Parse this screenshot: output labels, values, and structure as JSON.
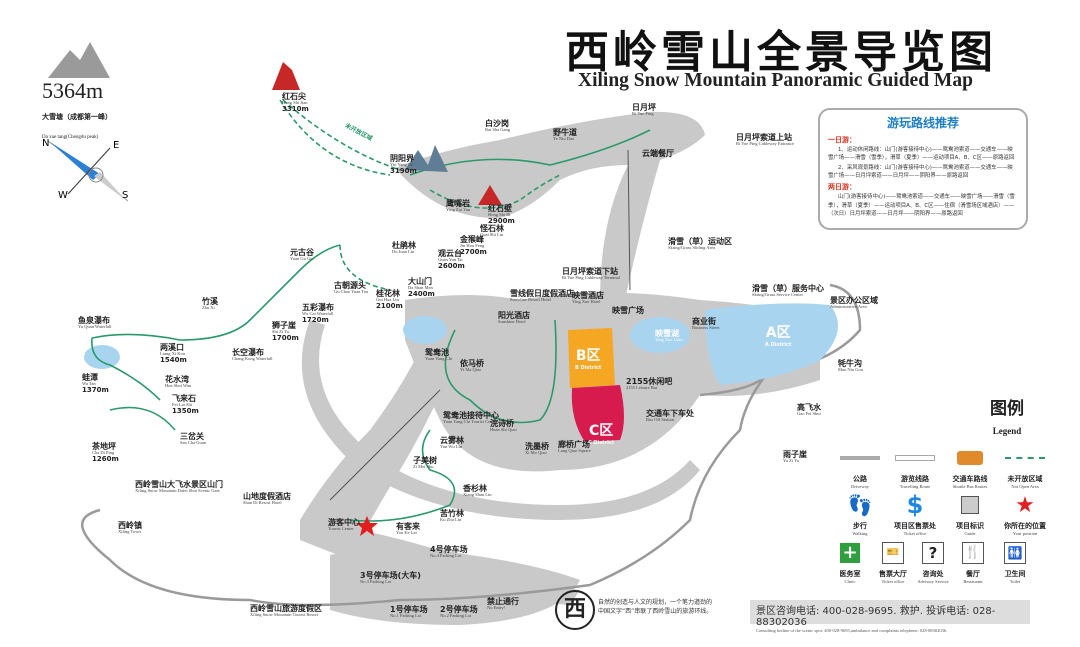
{
  "title": {
    "cn": "西岭雪山全景导览图",
    "en": "Xiling Snow Mountain Panoramic Guided Map"
  },
  "peak": {
    "height": "5364m",
    "cn": "大雪塘（成都第一峰）",
    "en": "Da xue tang(Chengdu peak)"
  },
  "compass": {
    "n": "N",
    "e": "E",
    "s": "S",
    "w": "W"
  },
  "colors": {
    "road": "#c9c9c9",
    "trail": "#2a9a6a",
    "lake": "#a8d4ef",
    "district_a": "#a8d4ef",
    "district_b": "#f5a623",
    "district_c": "#d81b4e",
    "position_star": "#e02020"
  },
  "not_open_label": "未开放区域",
  "routes": {
    "title": "游玩路线推荐",
    "one_day": "一日游：",
    "one_day_1": "1、运动休闲路线：山门(游客接待中心)——鸳鸯池索道——交通车——映雪广场——滑雪（雪季），滑草（夏季）——运动项目A、B、C区——原路返回",
    "one_day_2": "2、采风观景路线：山门(游客接待中心)——鸳鸯池索道——交通车——映雪广场——日月坪索道——日月坪——阴阳界——原路返回",
    "two_day": "两日游：",
    "two_day_1": "山门(游客接待中心)——鸳鸯池索道——交通车——映雪广场——滑雪（雪季），滑草（夏季）——运动项目A、B、C区——住宿（滑雪场区域酒店）——（次日）日月坪索道——日月坪——阴阳界——原路返回"
  },
  "districts": {
    "a": {
      "cn": "A区",
      "en": "A District"
    },
    "b": {
      "cn": "B区",
      "en": "B District"
    },
    "c": {
      "cn": "C区",
      "en": "C District"
    }
  },
  "labels": [
    {
      "cn": "红石尖",
      "en": "Hong Shi Jian",
      "alt": "3310m"
    },
    {
      "cn": "阴阳界",
      "en": "Yin Yang Jie",
      "alt": "3190m"
    },
    {
      "cn": "白沙岗",
      "en": "Bai Sha Gang",
      "alt": ""
    },
    {
      "cn": "野牛道",
      "en": "Ye Niu Dao",
      "alt": ""
    },
    {
      "cn": "日月坪",
      "en": "Ri Yue Ping",
      "alt": ""
    },
    {
      "cn": "日月坪索道上站",
      "en": "Ri Yue Ping Cableway Entrance",
      "alt": ""
    },
    {
      "cn": "云端餐厅",
      "en": "",
      "alt": ""
    },
    {
      "cn": "鹰嘴岩",
      "en": "Ying Zui Yan",
      "alt": ""
    },
    {
      "cn": "红石壁",
      "en": "Hong Shi Bi",
      "alt": "2900m"
    },
    {
      "cn": "怪石林",
      "en": "Guai Shi Lin",
      "alt": ""
    },
    {
      "cn": "金猴峰",
      "en": "Jin Hou Feng",
      "alt": "2700m"
    },
    {
      "cn": "杜鹃林",
      "en": "Du Juan Lin",
      "alt": ""
    },
    {
      "cn": "观云台",
      "en": "Guan Yun Tai",
      "alt": "2600m"
    },
    {
      "cn": "元古谷",
      "en": "Yuan Gu Gu",
      "alt": ""
    },
    {
      "cn": "古朝源头",
      "en": "Gu Chao Yuan Tou",
      "alt": ""
    },
    {
      "cn": "大山门",
      "en": "Da Shan Men",
      "alt": "2400m"
    },
    {
      "cn": "桂花林",
      "en": "Gui Hua Lin",
      "alt": "2100m"
    },
    {
      "cn": "五彩瀑布",
      "en": "Wu Cai Waterfall",
      "alt": "1720m"
    },
    {
      "cn": "狮子崖",
      "en": "Shi Zi Ya",
      "alt": "1700m"
    },
    {
      "cn": "竹溪",
      "en": "Zhu Xi",
      "alt": ""
    },
    {
      "cn": "长空瀑布",
      "en": "Chang Kong Waterfall",
      "alt": ""
    },
    {
      "cn": "鱼泉瀑布",
      "en": "Yu Quan Waterfall",
      "alt": ""
    },
    {
      "cn": "两溪口",
      "en": "Liang Xi Kou",
      "alt": "1540m"
    },
    {
      "cn": "花水湾",
      "en": "Hua Shui Wan",
      "alt": ""
    },
    {
      "cn": "蛙潭",
      "en": "Wa Tan",
      "alt": "1370m"
    },
    {
      "cn": "飞来石",
      "en": "Fei Lai Shi",
      "alt": "1350m"
    },
    {
      "cn": "茶地坪",
      "en": "Cha Di Ping",
      "alt": "1260m"
    },
    {
      "cn": "三岔关",
      "en": "San Cha Guan",
      "alt": ""
    },
    {
      "cn": "西岭雪山大飞水景区山门",
      "en": "Xiling Snow Mountain Dafei Shui Scenic Gate",
      "alt": ""
    },
    {
      "cn": "西岭镇",
      "en": "Xiling Town",
      "alt": ""
    },
    {
      "cn": "西岭雪山旅游度假区",
      "en": "Xiling Snow Mountain Tourist Resort",
      "alt": ""
    },
    {
      "cn": "山地度假酒店",
      "en": "Shan Di Resort Hotel",
      "alt": ""
    },
    {
      "cn": "游客中心",
      "en": "Tourist Center",
      "alt": ""
    },
    {
      "cn": "鸳鸯池接待中心",
      "en": "Yuan Yang Chi Tourist Center",
      "alt": ""
    },
    {
      "cn": "云雾林",
      "en": "Yun Wu Lin",
      "alt": ""
    },
    {
      "cn": "子美树",
      "en": "Zi Mei Shu",
      "alt": ""
    },
    {
      "cn": "香杉林",
      "en": "Xiang Shan Lin",
      "alt": ""
    },
    {
      "cn": "苦竹林",
      "en": "Ku Zhu Lin",
      "alt": ""
    },
    {
      "cn": "有客来",
      "en": "You Ke Lai",
      "alt": ""
    },
    {
      "cn": "4号停车场",
      "en": "No.4 Parking Lot",
      "alt": ""
    },
    {
      "cn": "3号停车场(大车)",
      "en": "No.3 Parking Lot",
      "alt": ""
    },
    {
      "cn": "1号停车场",
      "en": "No.1 Parking Lot",
      "alt": ""
    },
    {
      "cn": "2号停车场",
      "en": "No.2 Parking Lot",
      "alt": ""
    },
    {
      "cn": "禁止通行",
      "en": "No Entry!",
      "alt": ""
    },
    {
      "cn": "鸳鸯池",
      "en": "Yuan Yang Chi",
      "alt": ""
    },
    {
      "cn": "依马桥",
      "en": "Yi Ma Qiao",
      "alt": ""
    },
    {
      "cn": "浣诗桥",
      "en": "Huan Shi Qiao",
      "alt": ""
    },
    {
      "cn": "洗墨桥",
      "en": "Xi Mo Qiao",
      "alt": ""
    },
    {
      "cn": "廊桥广场",
      "en": "Lang Qiao Square",
      "alt": ""
    },
    {
      "cn": "交通车下车处",
      "en": "Bus Off Station",
      "alt": ""
    },
    {
      "cn": "2155休闲吧",
      "en": "2155 Leisure Bar",
      "alt": ""
    },
    {
      "cn": "映雪湖",
      "en": "Ying Xue Lake",
      "alt": ""
    },
    {
      "cn": "商业街",
      "en": "Business Street",
      "alt": ""
    },
    {
      "cn": "映雪广场",
      "en": "",
      "alt": ""
    },
    {
      "cn": "映雪酒店",
      "en": "Ying Xue Hotel",
      "alt": ""
    },
    {
      "cn": "雪线假日度假酒店",
      "en": "Snowline Resort Hotel",
      "alt": ""
    },
    {
      "cn": "阳光酒店",
      "en": "Sunshine Hotel",
      "alt": ""
    },
    {
      "cn": "日月坪索道下站",
      "en": "Ri Yue Ping Cableway Terminal",
      "alt": ""
    },
    {
      "cn": "滑雪（草）运动区",
      "en": "Skiing/Grass Sliding Area",
      "alt": ""
    },
    {
      "cn": "滑雪（草）服务中心",
      "en": "Skiing/Grass Service Center",
      "alt": ""
    },
    {
      "cn": "景区办公区域",
      "en": "Administrative Area",
      "alt": ""
    },
    {
      "cn": "牦牛沟",
      "en": "Mao Niu Gou",
      "alt": ""
    },
    {
      "cn": "高飞水",
      "en": "Gao Fei Shui",
      "alt": ""
    },
    {
      "cn": "雨子崖",
      "en": "Yu Zi Ya",
      "alt": ""
    }
  ],
  "legend": {
    "title_cn": "图例",
    "title_en": "Legend",
    "items": [
      {
        "cn": "公路",
        "en": "Driveway",
        "icon": "road-line"
      },
      {
        "cn": "游览线路",
        "en": "Travelling Route",
        "icon": "route-line"
      },
      {
        "cn": "交通车路线",
        "en": "Shuttle Bus Routes",
        "icon": "bus"
      },
      {
        "cn": "未开放区域",
        "en": "Not Open Area",
        "icon": "dashed-line"
      },
      {
        "cn": "步行",
        "en": "Walking",
        "icon": "footprint"
      },
      {
        "cn": "项目区售票处",
        "en": "Ticket office",
        "icon": "dollar"
      },
      {
        "cn": "项目标识",
        "en": "Guide",
        "icon": "sign"
      },
      {
        "cn": "你所在的位置",
        "en": "Your position",
        "icon": "star"
      },
      {
        "cn": "医务室",
        "en": "Clinic",
        "icon": "first-aid"
      },
      {
        "cn": "售票大厅",
        "en": "Ticket office",
        "icon": "ticket"
      },
      {
        "cn": "咨询处",
        "en": "Advisory Service",
        "icon": "question"
      },
      {
        "cn": "餐厅",
        "en": "Restaurant",
        "icon": "fork-knife"
      },
      {
        "cn": "卫生间",
        "en": "Toilet",
        "icon": "toilet"
      }
    ]
  },
  "footer": {
    "slogan_1": "自然的创造与人文的规划，一个笔力遒劲的",
    "slogan_2": "中国文字“西”串联了西岭雪山的旅游环线。",
    "logo_char": "西",
    "hotline": "景区咨询电话: 400-028-9695. 救护. 投诉电话: 028-88302036",
    "hotline_en": "Consulting hotline of the scenic spot: 400-028-9695,ambulance and complaints telephone: 028-88302036."
  }
}
